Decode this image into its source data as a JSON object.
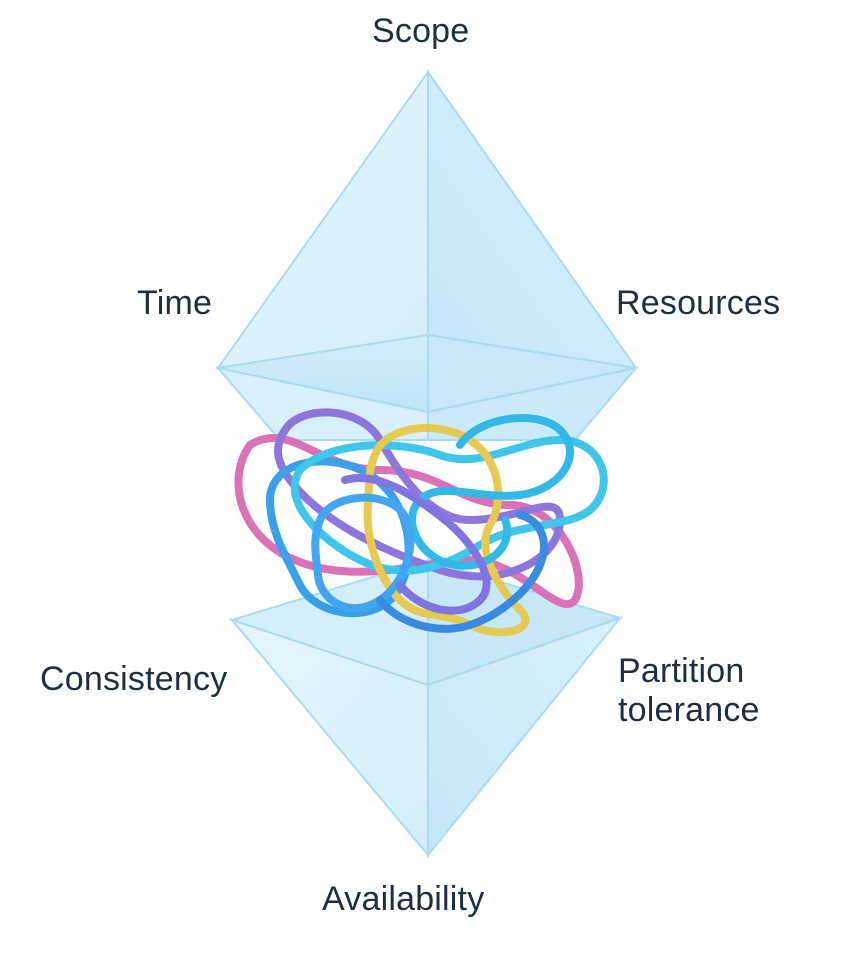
{
  "labels": {
    "scope": "Scope",
    "time": "Time",
    "resources": "Resources",
    "consistency": "Consistency",
    "partition_line1": "Partition",
    "partition_line2": "tolerance",
    "availability": "Availability"
  },
  "colors": {
    "background": "#ffffff",
    "prism_light": "#e0f3fc",
    "prism_mid": "#c6e8f8",
    "prism_edge": "#a9dcf2",
    "label_text": "#1e2f45",
    "loop_pink": "#d96bb4",
    "loop_purple": "#8a6fdc",
    "loop_blue": "#2f9be8",
    "loop_cyan": "#36c3ea",
    "loop_yellow": "#e7c84a"
  }
}
